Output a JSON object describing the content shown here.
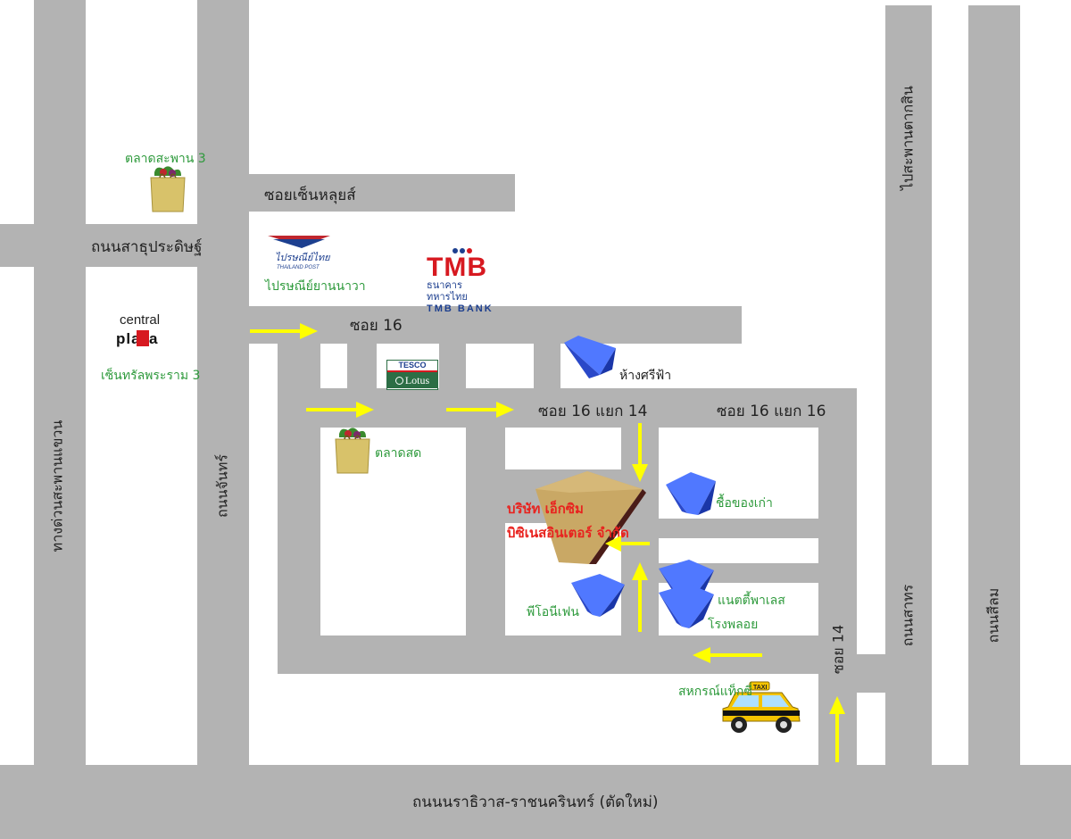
{
  "roads": {
    "soi_senlut": "ซอยเซ็นหลุยส์",
    "sathu_pradit": "ถนนสาธุประดิษฐ์",
    "soi16": "ซอย 16",
    "soi16_14": "ซอย 16 แยก 14",
    "soi16_16": "ซอย 16 แยก 16",
    "soi14": "ซอย 14",
    "expressway": "ทางด่วนสะพานแขวน",
    "chan_road": "ถนนจันทร์",
    "sathorn": "ถนนสาทร",
    "silom": "ถนนสีลม",
    "taksin_bridge": "ไปสะพานตากสิน",
    "rama4_road": "ถนนนราธิวาส-ราชนครินทร์ (ตัดใหม่)"
  },
  "places": {
    "market_saphan3": "ตลาดสะพาน 3",
    "post_office": "ไปรษณีย์ยานนาวา",
    "central_label": "เซ็นทรัลพระราม 3",
    "fresh_market": "ตลาดสด",
    "srifa": "ห้างศรีฟ้า",
    "chueakhao": "ชื้อของเก่า",
    "pfonefain": "พีโอนีเฟน",
    "nattee": "แนตตี้พาเลส",
    "rongplai": "โรงพลอย",
    "taxi_coop": "สหกรณ์แท็กซี่",
    "company_line1": "บริษัท เอ็กซิม",
    "company_line2": "บิซิเนสอินเตอร์ จำกัด"
  },
  "logos": {
    "central_top": "central",
    "central_plaza": "plaza",
    "thailand_post_th": "ไปรษณีย์ไทย",
    "thailand_post_en": "THAILAND POST",
    "tmb": "TMB",
    "tmb_th": "ธนาคารทหารไทย",
    "tmb_en": "TMB BANK",
    "tesco": "TESCO",
    "lotus": "Lotus",
    "taxi": "TAXI"
  },
  "colors": {
    "road": "#b3b3b3",
    "arrow": "#ffff00",
    "landmark": "#3c64f0",
    "company": "#c9a865",
    "label_green": "#2e9a3c",
    "company_text": "#e8231f",
    "tmb_red": "#d71920",
    "tmb_blue": "#1d3f8f"
  }
}
